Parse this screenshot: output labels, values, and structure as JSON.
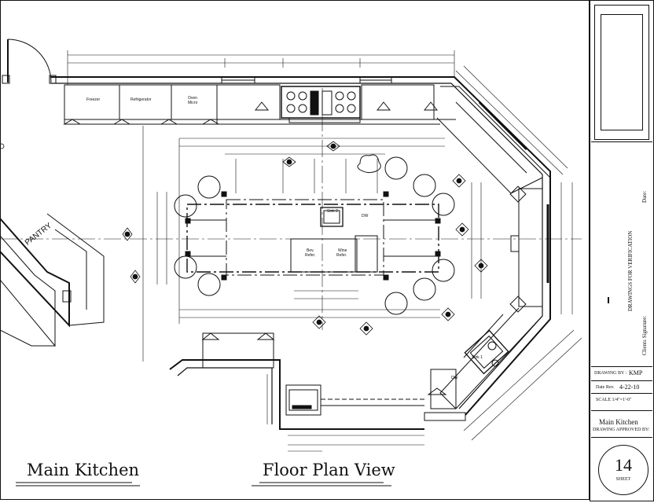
{
  "rooms": {
    "pantry": "PANTRY",
    "freezer": "Freezer",
    "refrigerator": "Refrigerator",
    "oven": "Oven",
    "micro": "Micro",
    "sink_island": "Sink 2",
    "dw_island": "DW",
    "bev_refer_1": "Bev.",
    "bev_refer_2": "Refer.",
    "wine_refer_1": "Wine",
    "wine_refer_2": "Refer.",
    "sink_corner": "Sink 1",
    "dw_corner": "DW"
  },
  "titles": {
    "left": "Main Kitchen",
    "right": "Floor Plan View"
  },
  "title_block": {
    "verification": "DRAWINGS FOR VERIFICATION",
    "date_label": "Date:",
    "signature_label": "Clients Signature:",
    "drawing_by_label": "DRAWING BY :",
    "drawing_by_value": "KMP",
    "date_rev_label": "Date Rev.",
    "date_rev_value": "4-22-10",
    "scale_label": "SCALE 1/4\"=1'-0\"",
    "project": "Main Kitchen",
    "approved_label": "DRAWING APPROVED BY:",
    "sheet_number": "14",
    "sheet_label": "SHEET"
  }
}
